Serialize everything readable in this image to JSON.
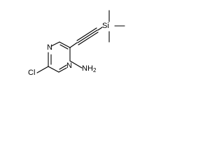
{
  "molecule": {
    "atoms": {
      "n_top": "N",
      "n_bottom": "N",
      "chlorine": "Cl",
      "amine_main": "NH",
      "amine_subscript": "2",
      "silicon": "Si"
    },
    "colors": {
      "bond": "#000000",
      "text": "#000000",
      "background": "#ffffff"
    }
  }
}
